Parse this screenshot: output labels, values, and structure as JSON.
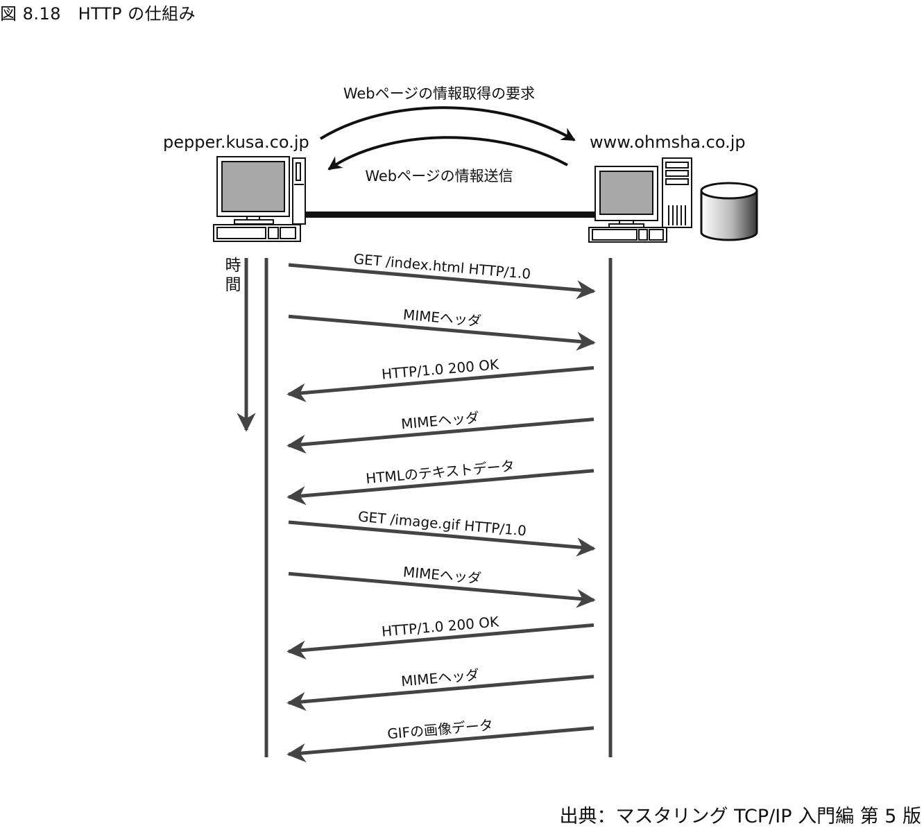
{
  "figure": {
    "caption": "図 8.18　HTTP の仕組み",
    "source": "出典：マスタリング TCP/IP 入門編 第 5 版"
  },
  "hosts": {
    "client": "pepper.kusa.co.jp",
    "server": "www.ohmsha.co.jp"
  },
  "overview": {
    "request": "Webページの情報取得の要求",
    "response": "Webページの情報送信"
  },
  "time_label": [
    "時",
    "間"
  ],
  "messages": [
    {
      "label": "GET /index.html HTTP/1.0",
      "direction": "client-to-server"
    },
    {
      "label": "MIMEヘッダ",
      "direction": "client-to-server"
    },
    {
      "label": "HTTP/1.0 200 OK",
      "direction": "server-to-client"
    },
    {
      "label": "MIMEヘッダ",
      "direction": "server-to-client"
    },
    {
      "label": "HTMLのテキストデータ",
      "direction": "server-to-client"
    },
    {
      "label": "GET /image.gif  HTTP/1.0",
      "direction": "client-to-server"
    },
    {
      "label": "MIMEヘッダ",
      "direction": "client-to-server"
    },
    {
      "label": "HTTP/1.0 200 OK",
      "direction": "server-to-client"
    },
    {
      "label": "MIMEヘッダ",
      "direction": "server-to-client"
    },
    {
      "label": "GIFの画像データ",
      "direction": "server-to-client"
    }
  ],
  "colors": {
    "arrow": "#444444",
    "screen": "#a8a8a8",
    "line": "#111111"
  }
}
